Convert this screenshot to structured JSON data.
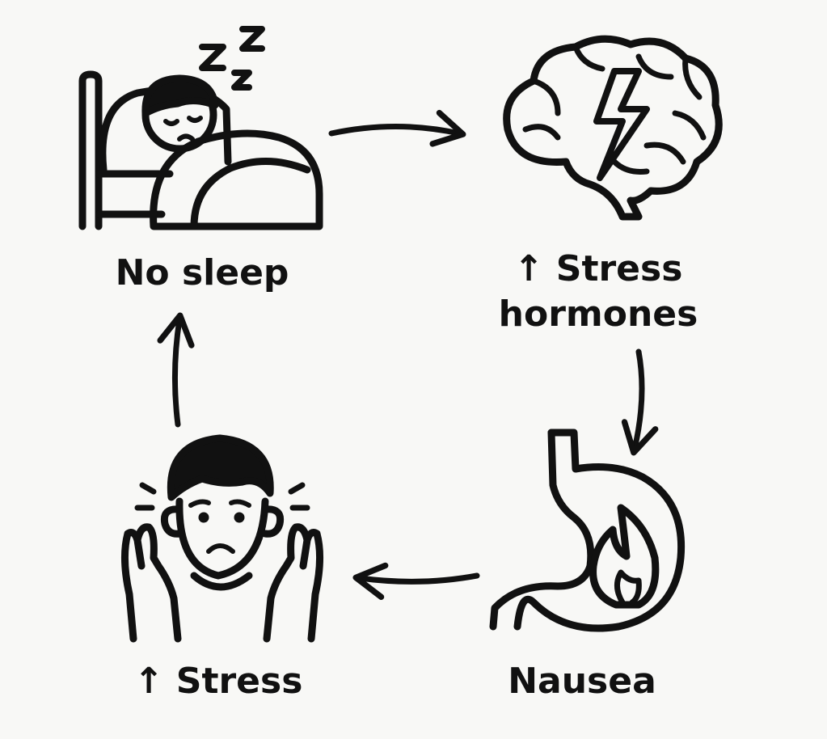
{
  "nodes": {
    "no_sleep": {
      "label": "No sleep",
      "icon": "sleeping-person-in-bed-icon"
    },
    "stress_hormones": {
      "line1": "↑ Stress",
      "line2": "hormones",
      "icon": "brain-with-lightning-icon"
    },
    "nausea": {
      "label": "Nausea",
      "icon": "stomach-with-flame-icon"
    },
    "stress": {
      "label": "↑ Stress",
      "icon": "stressed-person-icon"
    }
  },
  "sleep_icon_text": "ZZZ",
  "colors": {
    "stroke": "#111111",
    "background": "#f8f8f6"
  }
}
